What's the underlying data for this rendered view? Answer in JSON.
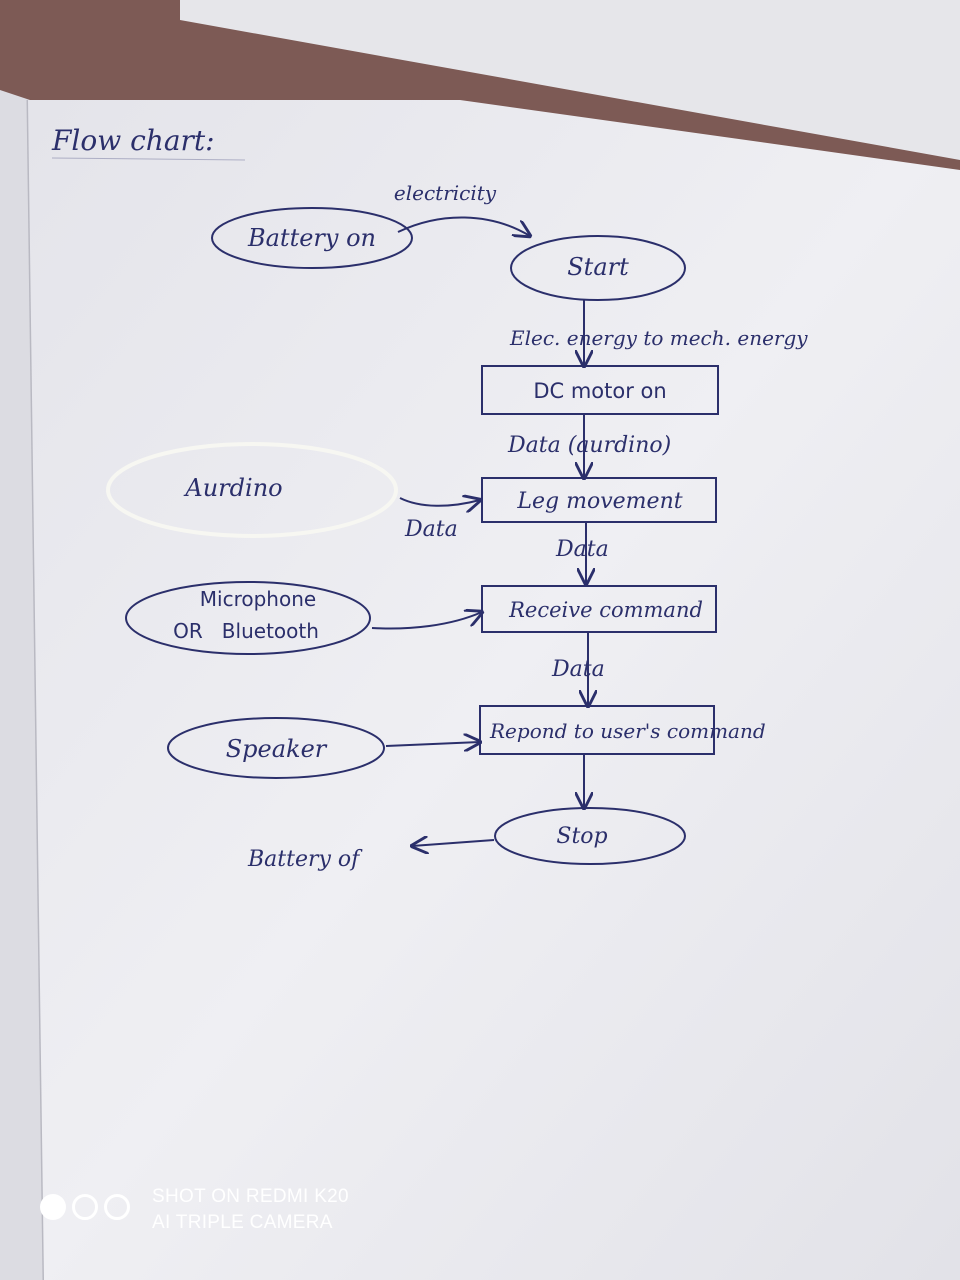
{
  "page": {
    "title": "Flow chart:"
  },
  "flowchart": {
    "battery_on": "Battery on",
    "electricity_label": "electricity",
    "start": "Start",
    "energy_label": "Elec. energy to mech. energy",
    "dc_motor": "DC motor on",
    "data_aurdino_label": "Data (aurdino)",
    "aurdino": "Aurdino",
    "data_side_label": "Data",
    "leg_movement": "Leg movement",
    "data_label_1": "Data",
    "microphone": "Microphone",
    "or_bluetooth": "OR   Bluetooth",
    "receive_command": "Receive command",
    "data_label_2": "Data",
    "speaker": "Speaker",
    "respond_command": "Repond to user's command",
    "stop": "Stop",
    "battery_off": "Battery of"
  },
  "watermark": {
    "line1": "SHOT ON REDMI K20",
    "line2": "AI TRIPLE CAMERA"
  },
  "colors": {
    "ink": "#2b2f6b",
    "paper": "#eeeef2",
    "background": "#7a5550"
  }
}
